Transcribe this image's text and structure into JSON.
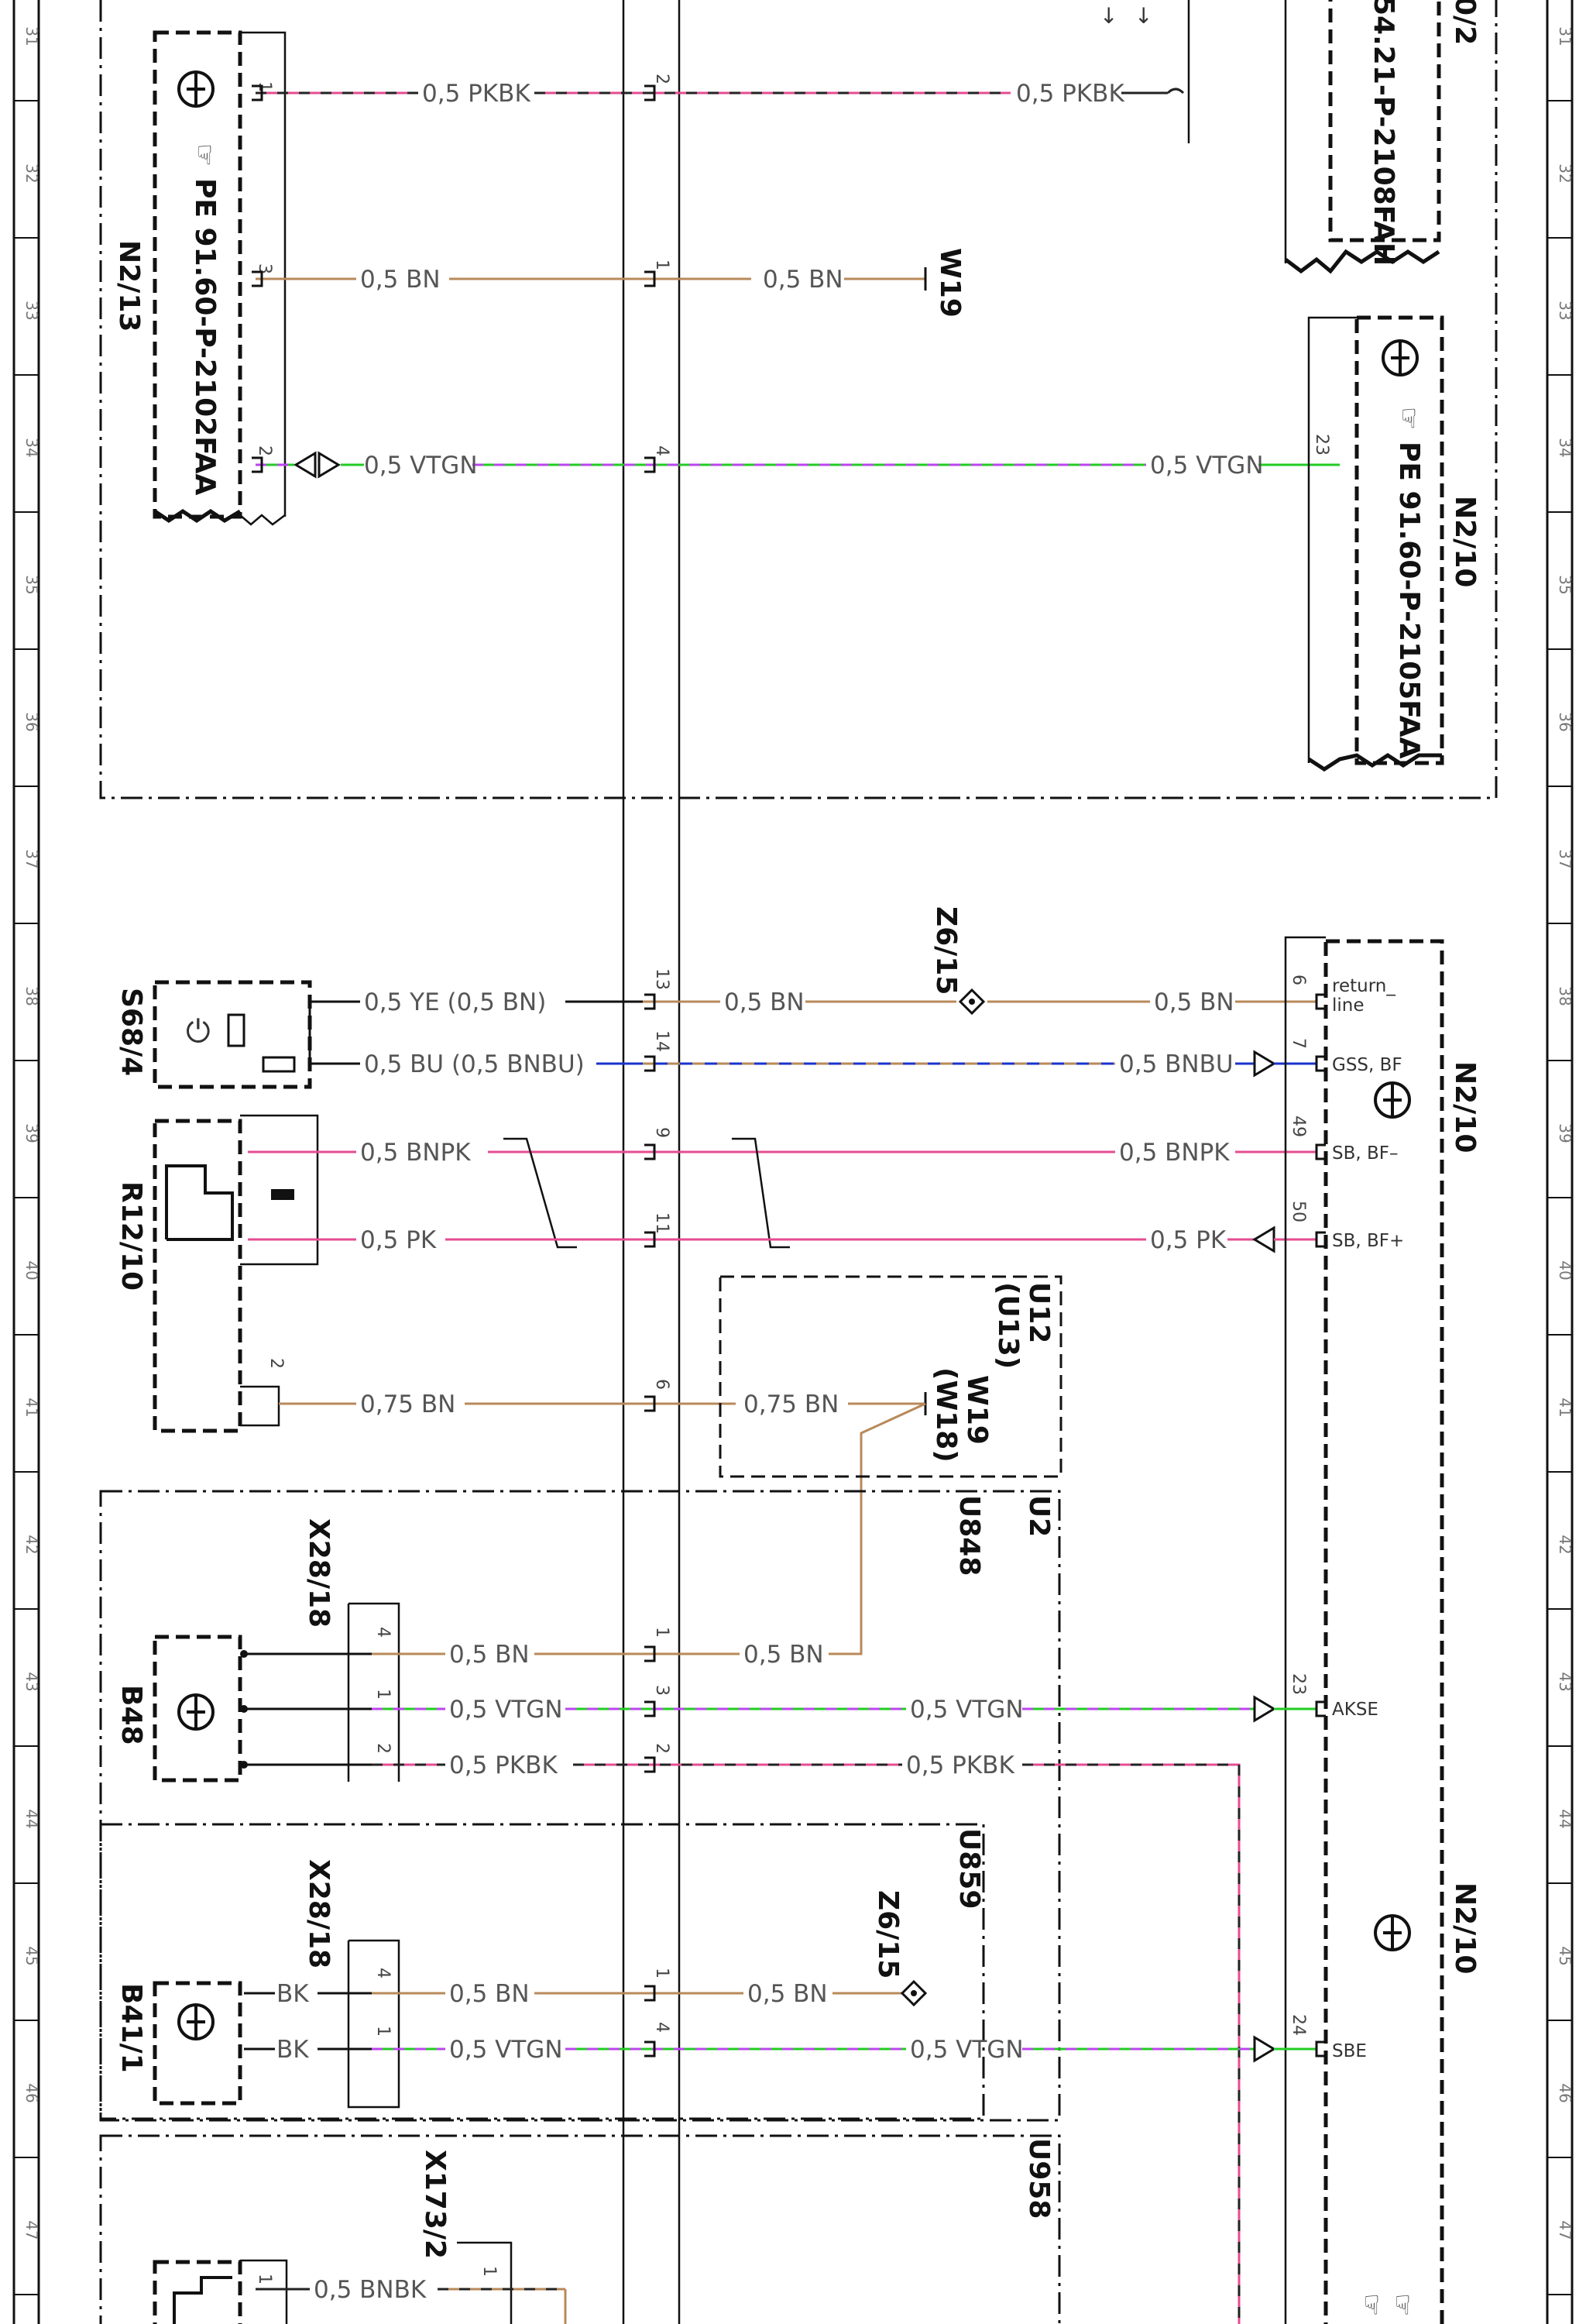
{
  "colors": {
    "BN": "#b8895a",
    "PK": "#e64c92",
    "BK": "#222222",
    "GN": "#22cc22",
    "VT": "#bb44ee",
    "BU": "#1a33cc",
    "YE": "#c8b400",
    "frame": "#111111"
  },
  "icons": [
    "transistor-symbol-icon",
    "hand-pointer-icon",
    "switch-symbol-icon",
    "ground-diamond-icon",
    "triangle-arrow-icon"
  ],
  "ruler": {
    "numbers": [
      "31",
      "32",
      "33",
      "34",
      "35",
      "36",
      "37",
      "38",
      "39",
      "40",
      "41",
      "42",
      "43",
      "44",
      "45",
      "46",
      "47"
    ]
  },
  "components": {
    "n2_13": {
      "label": "N2/13",
      "ref": "PE 91.60-P-2102FAA"
    },
    "n2_10_top": {
      "label": "N2/10",
      "ref": "PE 91.60-P-2105FAA"
    },
    "top_right_label": "0/2",
    "top_right_ref": "54.21-P-2108FAH",
    "w19_top": "W19",
    "s68_4": "S68/4",
    "r12_10": "R12/10",
    "z6_15": "Z6/15",
    "n2_10_mid": "N2/10",
    "n2_10_bot": "N2/10",
    "u12": "U12",
    "u13": "(U13)",
    "w19_mid": "W19",
    "w18": "(W18)",
    "u2": "U2",
    "u848": "U848",
    "u859": "U859",
    "u958": "U958",
    "x28_18_a": "X28/18",
    "x28_18_b": "X28/18",
    "x173_2": "X173/2",
    "b48": "B48",
    "b41_1": "B41/1",
    "bk": "BK"
  },
  "wires": {
    "pkbk": "0,5 PKBK",
    "bn": "0,5 BN",
    "vtgn": "0,5 VTGN",
    "ye_bn": "0,5 YE (0,5 BN)",
    "bu_bnbu": "0,5 BU (0,5 BNBU)",
    "bnbu": "0,5 BNBU",
    "bnpk": "0,5 BNPK",
    "pk": "0,5 PK",
    "bn075": "0,75 BN",
    "bnbk": "0,5 BNBK"
  },
  "signals": {
    "return_a": "return_",
    "return_b": "line",
    "gss": "GSS, BF",
    "sbm": "SB, BF–",
    "sbp": "SB, BF+",
    "akse": "AKSE",
    "sbe": "SBE"
  },
  "pins": [
    "1",
    "2",
    "3",
    "4",
    "6",
    "7",
    "9",
    "11",
    "13",
    "14",
    "23",
    "24",
    "49",
    "50"
  ]
}
